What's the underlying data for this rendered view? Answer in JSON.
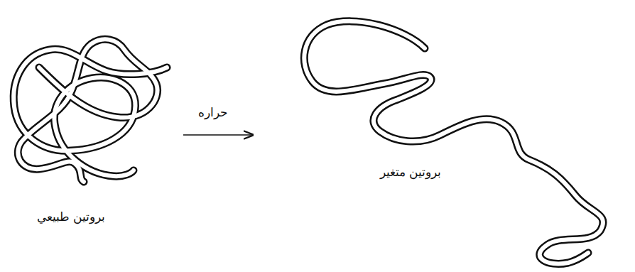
{
  "diagram": {
    "labels": [
      "حراره",
      "بروتين طبيعي",
      "بروتين متغير"
    ]
  }
}
